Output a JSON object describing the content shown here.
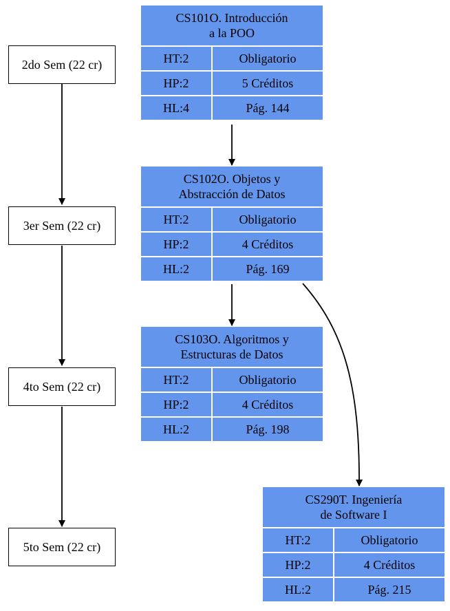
{
  "semesters": [
    {
      "label": "2do Sem (22 cr)"
    },
    {
      "label": "3er Sem (22 cr)"
    },
    {
      "label": "4to Sem (22 cr)"
    },
    {
      "label": "5to Sem (22 cr)"
    }
  ],
  "courses": [
    {
      "title_line1": "CS101O. Introducción",
      "title_line2": "a la POO",
      "ht": "HT:2",
      "hp": "HP:2",
      "hl": "HL:4",
      "type": "Obligatorio",
      "credits": "5 Créditos",
      "page": "Pág. 144"
    },
    {
      "title_line1": "CS102O. Objetos y",
      "title_line2": "Abstracción de Datos",
      "ht": "HT:2",
      "hp": "HP:2",
      "hl": "HL:2",
      "type": "Obligatorio",
      "credits": "4 Créditos",
      "page": "Pág. 169"
    },
    {
      "title_line1": "CS103O. Algoritmos y",
      "title_line2": "Estructuras de Datos",
      "ht": "HT:2",
      "hp": "HP:2",
      "hl": "HL:2",
      "type": "Obligatorio",
      "credits": "4 Créditos",
      "page": "Pág. 198"
    },
    {
      "title_line1": "CS290T. Ingeniería",
      "title_line2": "de Software I",
      "ht": "HT:2",
      "hp": "HP:2",
      "hl": "HL:2",
      "type": "Obligatorio",
      "credits": "4 Créditos",
      "page": "Pág. 215"
    }
  ],
  "colors": {
    "node_fill": "#6495ed",
    "edge": "#000000"
  }
}
